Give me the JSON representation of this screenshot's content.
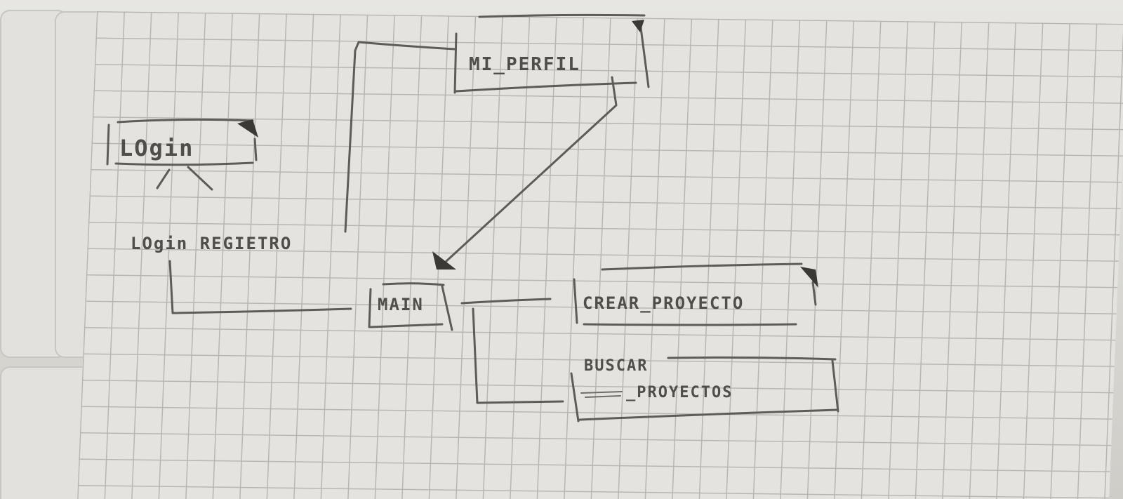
{
  "diagram": {
    "nodes": {
      "login": {
        "label": "LOgin"
      },
      "login_registro": {
        "label": "LOgin REGIETRO"
      },
      "mi_perfil": {
        "label": "MI_PERFIL"
      },
      "main": {
        "label": "MAIN"
      },
      "crear_proyecto": {
        "label": "CREAR_PROYECTO"
      },
      "buscar_proyectos": {
        "label_top": "BUSCAR",
        "label_bottom": "_PROYECTOS"
      }
    },
    "edges": [
      {
        "from": "login",
        "to": "login_registro",
        "style": "branch-lines"
      },
      {
        "from": "login_registro",
        "to": "mi_perfil",
        "style": "line"
      },
      {
        "from": "login_registro",
        "to": "main",
        "style": "line"
      },
      {
        "from": "mi_perfil",
        "to": "main",
        "style": "arrow"
      },
      {
        "from": "main",
        "to": "crear_proyecto",
        "style": "line"
      },
      {
        "from": "main",
        "to": "buscar_proyectos",
        "style": "line"
      }
    ],
    "colors": {
      "pencil": "#5d5c58",
      "paper": "#e4e3df",
      "grid": "#b7b6b1"
    }
  }
}
